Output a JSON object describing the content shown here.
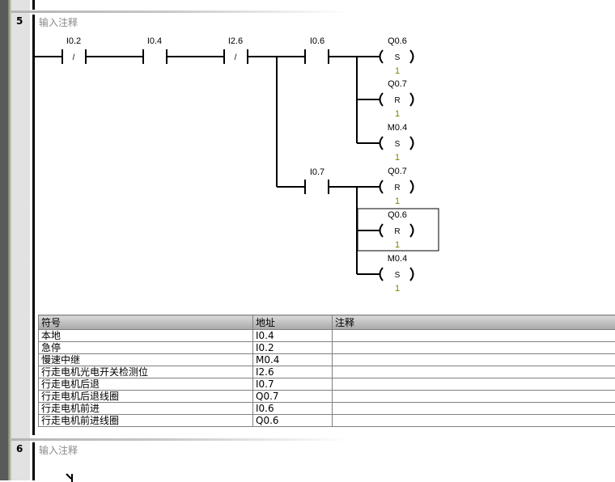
{
  "networks": [
    {
      "number": "5",
      "comment_placeholder": "输入注释",
      "contacts": [
        {
          "address": "I0.2",
          "type": "NC",
          "symbol": "/"
        },
        {
          "address": "I0.4",
          "type": "NO",
          "symbol": ""
        },
        {
          "address": "I2.6",
          "type": "NC",
          "symbol": "/"
        },
        {
          "address": "I0.6",
          "type": "NO",
          "symbol": ""
        },
        {
          "address": "I0.7",
          "type": "NO",
          "symbol": ""
        }
      ],
      "coils_branch_1": [
        {
          "address": "Q0.6",
          "op": "S",
          "count": "1"
        },
        {
          "address": "Q0.7",
          "op": "R",
          "count": "1"
        },
        {
          "address": "M0.4",
          "op": "S",
          "count": "1"
        }
      ],
      "coils_branch_2": [
        {
          "address": "Q0.7",
          "op": "R",
          "count": "1"
        },
        {
          "address": "Q0.6",
          "op": "R",
          "count": "1",
          "selected": true
        },
        {
          "address": "M0.4",
          "op": "S",
          "count": "1"
        }
      ],
      "symbol_table": {
        "headers": [
          "符号",
          "地址",
          "注释"
        ],
        "rows": [
          {
            "symbol": "本地",
            "address": "I0.4",
            "comment": ""
          },
          {
            "symbol": "急停",
            "address": "I0.2",
            "comment": ""
          },
          {
            "symbol": "慢速中继",
            "address": "M0.4",
            "comment": ""
          },
          {
            "symbol": "行走电机光电开关检测位",
            "address": "I2.6",
            "comment": ""
          },
          {
            "symbol": "行走电机后退",
            "address": "I0.7",
            "comment": ""
          },
          {
            "symbol": "行走电机后退线圈",
            "address": "Q0.7",
            "comment": ""
          },
          {
            "symbol": "行走电机前进",
            "address": "I0.6",
            "comment": ""
          },
          {
            "symbol": "行走电机前进线圈",
            "address": "Q0.6",
            "comment": ""
          }
        ]
      }
    },
    {
      "number": "6",
      "comment_placeholder": "输入注释"
    }
  ],
  "colors": {
    "count_text": "#808000",
    "comment_text": "#8a8a8a",
    "rung": "#000000"
  }
}
